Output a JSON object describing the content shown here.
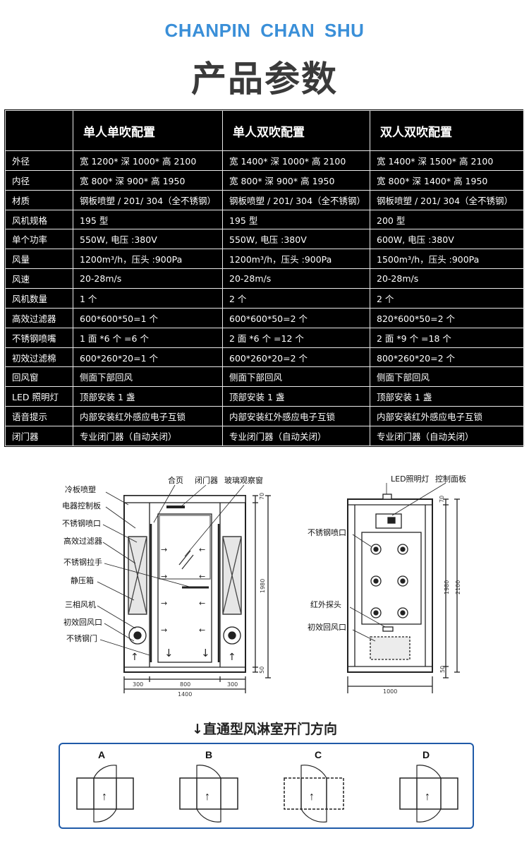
{
  "header": {
    "en_title": "CHANPIN  CHAN SHU",
    "cn_title": "产品参数"
  },
  "spec_table": {
    "columns": [
      "",
      "单人单吹配置",
      "单人双吹配置",
      "双人双吹配置"
    ],
    "rows": [
      {
        "label": "外径",
        "c1": "宽 1200* 深 1000* 高 2100",
        "c2": "宽 1400* 深 1000* 高 2100",
        "c3": "宽 1400* 深 1500* 高 2100"
      },
      {
        "label": "内径",
        "c1": "宽 800* 深 900* 高 1950",
        "c2": "宽 800* 深 900* 高 1950",
        "c3": "宽 800* 深 1400* 高 1950"
      },
      {
        "label": "材质",
        "c1": "钢板喷塑 / 201/ 304（全不锈钢）",
        "c2": "钢板喷塑 / 201/ 304（全不锈钢）",
        "c3": "钢板喷塑 / 201/ 304（全不锈钢）"
      },
      {
        "label": "风机规格",
        "c1": "195 型",
        "c2": "195 型",
        "c3": "200 型"
      },
      {
        "label": "单个功率",
        "c1": "550W, 电压 :380V",
        "c2": "550W, 电压 :380V",
        "c3": "600W, 电压 :380V"
      },
      {
        "label": "风量",
        "c1": "1200m³/h，压头 :900Pa",
        "c2": "1200m³/h，压头 :900Pa",
        "c3": "1500m³/h，压头 :900Pa"
      },
      {
        "label": "风速",
        "c1": "20-28m/s",
        "c2": "20-28m/s",
        "c3": "20-28m/s"
      },
      {
        "label": "风机数量",
        "c1": "1 个",
        "c2": "2 个",
        "c3": "2 个"
      },
      {
        "label": "高效过滤器",
        "c1": "600*600*50=1 个",
        "c2": "600*600*50=2 个",
        "c3": "820*600*50=2 个"
      },
      {
        "label": "不锈钢喷嘴",
        "c1": "1 面 *6 个 =6 个",
        "c2": "2 面 *6 个 =12 个",
        "c3": "2 面 *9 个 =18 个"
      },
      {
        "label": "初效过滤棉",
        "c1": "600*260*20=1 个",
        "c2": "600*260*20=2 个",
        "c3": "800*260*20=2 个"
      },
      {
        "label": "回风窗",
        "c1": "侧面下部回风",
        "c2": "侧面下部回风",
        "c3": "侧面下部回风"
      },
      {
        "label": "LED 照明灯",
        "c1": "顶部安装 1 盏",
        "c2": "顶部安装 1 盏",
        "c3": "顶部安装 1 盏"
      },
      {
        "label": "语音提示",
        "c1": "内部安装红外感应电子互锁",
        "c2": "内部安装红外感应电子互锁",
        "c3": "内部安装红外感应电子互锁"
      },
      {
        "label": "闭门器",
        "c1": "专业闭门器（自动关闭）",
        "c2": "专业闭门器（自动关闭）",
        "c3": "专业闭门器（自动关闭）"
      }
    ]
  },
  "front_diagram": {
    "labels": {
      "paint": "冷板喷塑",
      "control_board": "电器控制板",
      "nozzle": "不锈钢喷口",
      "hepa": "高效过滤器",
      "handle": "不锈钢拉手",
      "plenum": "静压箱",
      "fan": "三相风机",
      "return_port": "初效回风口",
      "door": "不锈钢门",
      "hinge": "合页",
      "closer": "闭门器",
      "glass": "玻璃观察窗"
    },
    "dims": {
      "left": "300",
      "middle": "800",
      "right": "300",
      "total": "1400",
      "top": "70",
      "height": "1980",
      "bottom": "50"
    }
  },
  "side_diagram": {
    "labels": {
      "led": "LED照明灯",
      "panel": "控制面板",
      "nozzle": "不锈钢喷口",
      "ir": "红外探头",
      "return_port": "初效回风口"
    },
    "dims": {
      "top": "70",
      "height": "1980",
      "total_height": "2100",
      "bottom": "50",
      "width": "1000"
    }
  },
  "door_section": {
    "title": "↓直通型风淋室开门方向",
    "options": [
      "A",
      "B",
      "C",
      "D"
    ],
    "arrow": "↑"
  },
  "colors": {
    "accent_blue": "#3a8fd8",
    "frame_blue": "#1f5aa8",
    "table_bg": "#000000"
  }
}
